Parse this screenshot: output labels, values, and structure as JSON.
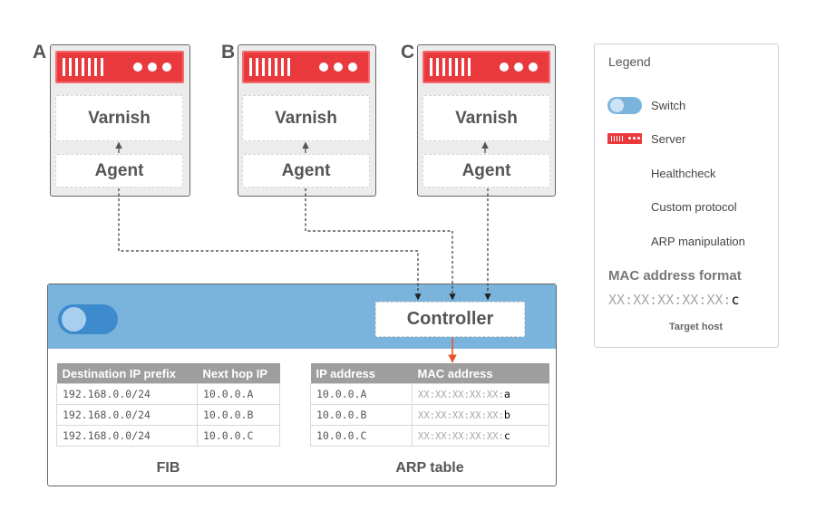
{
  "servers": [
    {
      "letter": "A",
      "varnish": "Varnish",
      "agent": "Agent"
    },
    {
      "letter": "B",
      "varnish": "Varnish",
      "agent": "Agent"
    },
    {
      "letter": "C",
      "varnish": "Varnish",
      "agent": "Agent"
    }
  ],
  "controller": {
    "label": "Controller"
  },
  "fib": {
    "caption": "FIB",
    "headers": [
      "Destination IP prefix",
      "Next hop IP"
    ],
    "rows": [
      [
        "192.168.0.0/24",
        "10.0.0.A"
      ],
      [
        "192.168.0.0/24",
        "10.0.0.B"
      ],
      [
        "192.168.0.0/24",
        "10.0.0.C"
      ]
    ]
  },
  "arp": {
    "caption": "ARP table",
    "headers": [
      "IP address",
      "MAC address"
    ],
    "rows": [
      {
        "ip": "10.0.0.A",
        "mac_prefix": "XX:XX:XX:XX:XX:",
        "mac_host": "a"
      },
      {
        "ip": "10.0.0.B",
        "mac_prefix": "XX:XX:XX:XX:XX:",
        "mac_host": "b"
      },
      {
        "ip": "10.0.0.C",
        "mac_prefix": "XX:XX:XX:XX:XX:",
        "mac_host": "c"
      }
    ]
  },
  "legend": {
    "title": "Legend",
    "items": [
      {
        "icon": "switch-icon",
        "label": "Switch"
      },
      {
        "icon": "server-icon",
        "label": "Server"
      },
      {
        "icon": "solid-arrow-icon",
        "label": "Healthcheck"
      },
      {
        "icon": "dashed-arrow-icon",
        "label": "Custom protocol"
      },
      {
        "icon": "orange-arrow-icon",
        "label": "ARP manipulation"
      }
    ],
    "mac_format": {
      "title": "MAC address format",
      "prefix": "XX:XX:XX:XX:XX:",
      "host": "c",
      "note": "Target host"
    }
  },
  "colors": {
    "server_red": "#e9393d",
    "switch_blue": "#7ab4dc",
    "toggle_blue": "#3d8bcd",
    "arp_arrow": "#e8542c"
  }
}
